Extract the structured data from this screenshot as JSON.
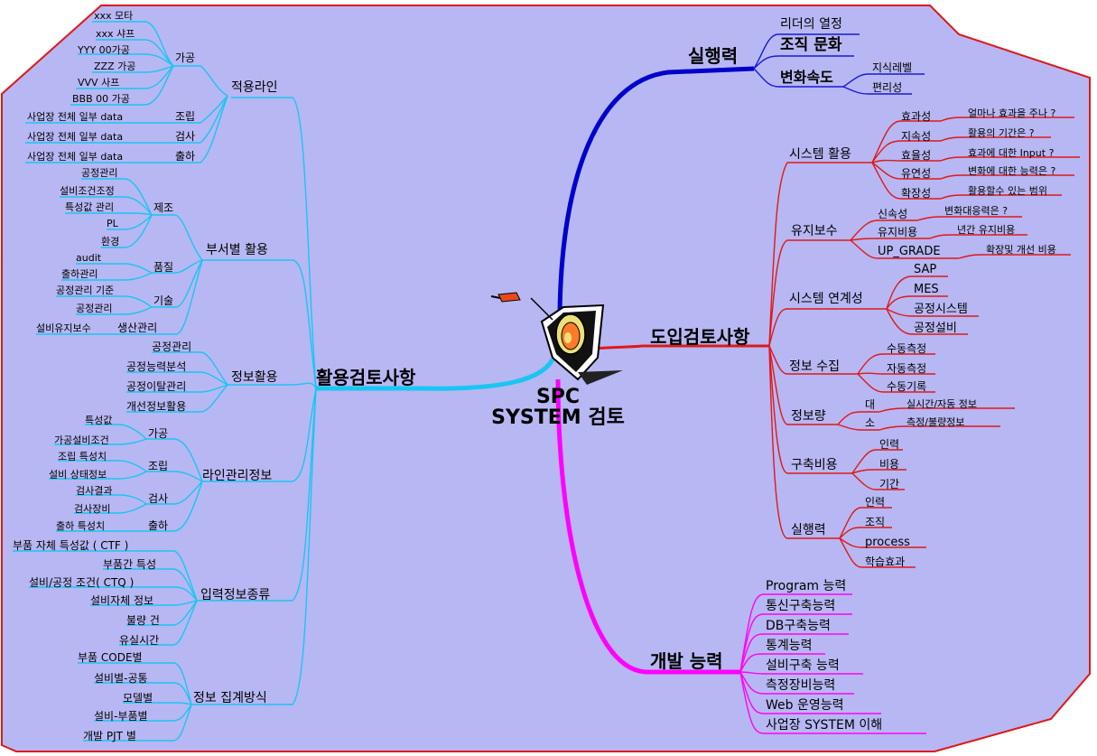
{
  "title_line1": "SPC",
  "title_line2": "SYSTEM 검토",
  "colors": {
    "background": "#b7b7f3",
    "border": "#e01818",
    "left_branch": "#19c6f2",
    "right_branch": "#e01818",
    "top_branch": "#1a1ad8",
    "bottom_branch": "#ff00ff",
    "top_root_to_center": "#0000cc"
  },
  "left": {
    "root": "활용검토사항",
    "apply_line": {
      "label": "적용라인",
      "gagong": "가공",
      "gagong_items": [
        "xxx 모타",
        "xxx 샤프",
        "YYY 00가공",
        "ZZZ 가공",
        "VVV  사프",
        "BBB 00 가공"
      ],
      "jorip": "조립",
      "jorip_item": "사업장 전체 일부 data",
      "geomsa": "검사",
      "geomsa_item": "사업장 전체 일부 data",
      "chulha": "출하",
      "chulha_item": "사업장 전체 일부 data"
    },
    "dept": {
      "label": "부서별 활용",
      "jejo": "제조",
      "jejo_items": [
        "공정관리",
        "설비조건조정",
        "특성값 관리",
        "PL",
        "환경"
      ],
      "pumjil": "품질",
      "pumjil_items": [
        "audit",
        "출하관리"
      ],
      "gisul": "기술",
      "gisul_items": [
        "공정관리 기준",
        "공정관리"
      ],
      "saengsan": "생산관리",
      "saengsan_item": "설비유지보수"
    },
    "info_use": {
      "label": "정보활용",
      "items": [
        "공정관리",
        "공정능력분석",
        "공정이탈관리",
        "개선정보활용"
      ]
    },
    "line_info": {
      "label": "라인관리정보",
      "gagong": "가공",
      "gagong_items": [
        "특성값",
        "가공설비조건"
      ],
      "jorip": "조립",
      "jorip_items": [
        "조립 특성치",
        "설비 상태정보"
      ],
      "geomsa": "검사",
      "geomsa_items": [
        "검사결과",
        "검사장비"
      ],
      "chulha": "출하",
      "chulha_item": "출하 특성치"
    },
    "input_info": {
      "label": "입력정보종류",
      "items": [
        "부품 자체 특성값 ( CTF )",
        "부품간 특성",
        "설비/공정 조건( CTQ )",
        "설비자체 정보",
        "불량 건",
        "유실시간"
      ]
    },
    "aggregate": {
      "label": "정보 집계방식",
      "items": [
        "부품 CODE별",
        "설비별-공통",
        "모델별",
        "설비-부품별",
        "개발 PJT 별"
      ]
    }
  },
  "top": {
    "root": "실행력",
    "items": [
      "리더의 열정",
      "조직 문화",
      "변화속도"
    ],
    "speed_items": [
      "지식레벨",
      "편리성"
    ]
  },
  "right": {
    "root": "도입검토사항",
    "system_use": {
      "label": "시스템 활용",
      "items": [
        {
          "k": "효과성",
          "v": "얼마나 효과을 주나 ?"
        },
        {
          "k": "지속성",
          "v": "활용의 기간은 ?"
        },
        {
          "k": "효율성",
          "v": "효과에 대한 Input ?"
        },
        {
          "k": "유연성",
          "v": "변화에 대한 능력은 ?"
        },
        {
          "k": "확장성",
          "v": "활용할수 있는 범위"
        }
      ]
    },
    "maint": {
      "label": "유지보수",
      "items": [
        {
          "k": "신속성",
          "v": "변화대응력은 ?"
        },
        {
          "k": "유지비용",
          "v": "년간 유지비용"
        },
        {
          "k": "UP_GRADE",
          "v": "확장및 개선 비용"
        }
      ]
    },
    "link": {
      "label": "시스템 연계성",
      "items": [
        "SAP",
        "MES",
        "공정시스템",
        "공정설비"
      ]
    },
    "collect": {
      "label": "정보 수집",
      "items": [
        "수동측정",
        "자동측정",
        "수동기록"
      ]
    },
    "amount": {
      "label": "정보량",
      "items": [
        {
          "k": "대",
          "v": "실시간/자동 정보"
        },
        {
          "k": "소",
          "v": "측정/불량정보"
        }
      ]
    },
    "cost": {
      "label": "구축비용",
      "items": [
        "인력",
        "비용",
        "기간"
      ]
    },
    "exec": {
      "label": "실행력",
      "items": [
        "인력",
        "조직",
        "process",
        "학습효과"
      ]
    }
  },
  "bottom": {
    "root": "개발 능력",
    "items": [
      "Program 능력",
      "통신구축능력",
      "DB구축능력",
      "통계능력",
      "설비구축 능력",
      "측정장비능력",
      "Web 운영능력",
      "사업장 SYSTEM 이해"
    ]
  }
}
